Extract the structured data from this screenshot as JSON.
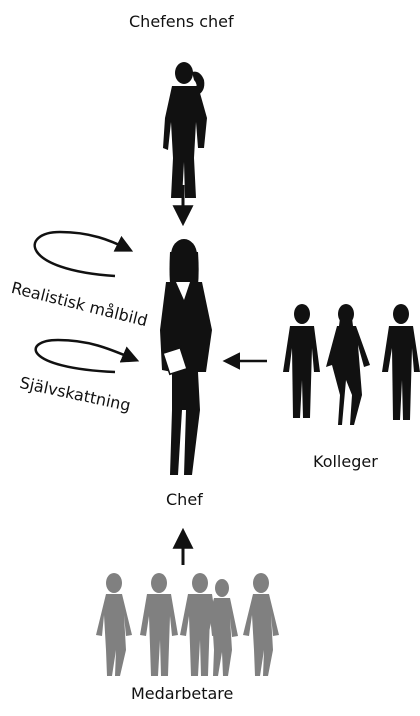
{
  "labels": {
    "boss_of_boss": "Chefens chef",
    "boss": "Chef",
    "colleagues": "Kolleger",
    "staff": "Medarbetare",
    "realistic_goal": "Realistisk målbild",
    "self_assessment": "Självskattning"
  },
  "colors": {
    "black": "#111111",
    "gray": "#808080"
  }
}
